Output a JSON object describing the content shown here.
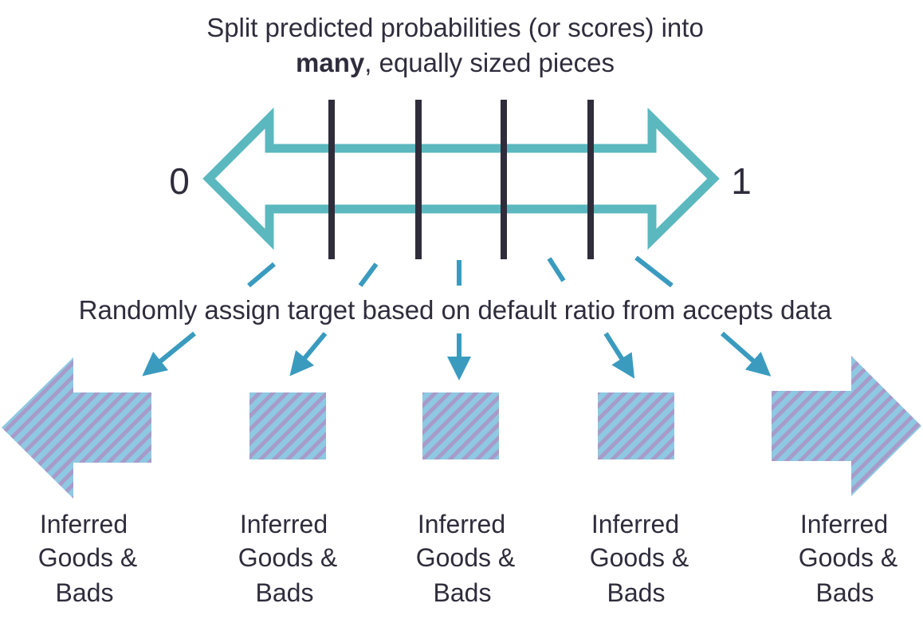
{
  "title": {
    "line1": "Split predicted probabilities (or scores) into",
    "line2_bold": "many",
    "line2_rest": ", equally sized pieces"
  },
  "range": {
    "min_label": "0",
    "max_label": "1"
  },
  "middle_text": "Randomly assign target based on default ratio from accepts data",
  "outputs": [
    {
      "line1": "Inferred",
      "line2": "Goods &",
      "line3": "Bads"
    },
    {
      "line1": "Inferred",
      "line2": "Goods &",
      "line3": "Bads"
    },
    {
      "line1": "Inferred",
      "line2": "Goods &",
      "line3": "Bads"
    },
    {
      "line1": "Inferred",
      "line2": "Goods &",
      "line3": "Bads"
    },
    {
      "line1": "Inferred",
      "line2": "Goods &",
      "line3": "Bads"
    }
  ],
  "colors": {
    "arrow_outline": "#5bb8bf",
    "divider": "#2f2d3c",
    "pointer": "#3a9bbf",
    "hatch_a": "#8ec8e2",
    "hatch_b": "#a79bc9",
    "text": "#2f2d3c"
  }
}
